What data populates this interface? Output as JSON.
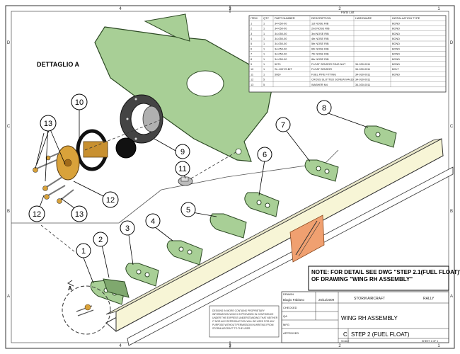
{
  "detail_label": "DETTAGLIO  A",
  "view_letter": "A",
  "border": {
    "top_numbers": [
      "4",
      "3",
      "2",
      "1"
    ],
    "bottom_numbers": [
      "4",
      "3",
      "2",
      "1"
    ],
    "side_letters": [
      "D",
      "C",
      "B",
      "A"
    ]
  },
  "parts_list": {
    "title": "Parts List",
    "headers": [
      "ITEM",
      "QTY",
      "PART NUMBER",
      "DESCRIPTION",
      "HARDWARE",
      "INSTALLATION TYPE"
    ],
    "rows": [
      [
        "1",
        "1",
        "34-050-00",
        "1st NOSE RIB",
        "",
        "BOND"
      ],
      [
        "2",
        "1",
        "34-050-00",
        "2nd NOSE RIB",
        "",
        "BOND"
      ],
      [
        "3",
        "1",
        "34-050-00",
        "3rd NOSE RIB",
        "",
        "BOND"
      ],
      [
        "4",
        "1",
        "34-050-00",
        "4th NOSE RIB",
        "",
        "BOND"
      ],
      [
        "5",
        "1",
        "34-050-00",
        "5th NOSE RIB",
        "",
        "BOND"
      ],
      [
        "6",
        "1",
        "34-050-00",
        "6th NOSE RIB",
        "",
        "BOND"
      ],
      [
        "7",
        "1",
        "34-050-00",
        "7th NOSE RIB",
        "",
        "BOND"
      ],
      [
        "8",
        "1",
        "34-050-00",
        "8th NOSE RIB",
        "",
        "BOND"
      ],
      [
        "9",
        "1",
        "5070",
        "FLOAT SENSOR RING NUT",
        "34-030-0011",
        "BOND"
      ],
      [
        "10",
        "1",
        "SL-1007/2-BIT",
        "FLOAT SENSOR",
        "34-030-0011",
        "BOLT"
      ],
      [
        "11",
        "1",
        "5060",
        "FUEL PIPE FITTING",
        "34-030-0011",
        "BOND"
      ],
      [
        "12",
        "5",
        "",
        "CROSS SLOTTED SCREW M4x16",
        "34-030-0011",
        ""
      ],
      [
        "13",
        "5",
        "",
        "WASHER M4",
        "34-030-0011",
        ""
      ]
    ]
  },
  "balloons": [
    "1",
    "2",
    "3",
    "4",
    "5",
    "6",
    "7",
    "8",
    "9",
    "10",
    "11",
    "12",
    "12",
    "13",
    "13"
  ],
  "note": "NOTE: FOR DETAIL SEE DWG \"STEP 2.1(FUEL FLOAT)\" OF DRAWING \"WING RH ASSEMBLY\"",
  "title_block": {
    "drawn_label": "DRAWN",
    "drawn_by": "Biagio Fabiano",
    "date": "25/11/2009",
    "company": "STORM AIRCRAFT",
    "project": "RALLY",
    "checked_label": "CHECKED",
    "qa_label": "QA",
    "mfg_label": "MFG",
    "approved_label": "APPROVED",
    "title": "WING RH ASSEMBLY",
    "size": "C",
    "drawing_name": "STEP 2 (FUEL FLOAT)",
    "scale": "SCALE",
    "sheet": "SHEET 1 OF 1"
  },
  "disclaimer": "DESIGNS IN MORE CONTAINS PROPRIETARY INFORMATION WHICH IS PROVIDED IN CONFIDENCE UNDER THE EXPRESS UNDERSTANDING THAT NEITHER IT NOR ANY REPRODUCTION WILL BE USED FOR ANY PURPOSE WITHOUT PERMISSION IN WRITING FROM STORM AIRCRAFT TO THE USER.",
  "colors": {
    "part_green": "#a8cf96",
    "part_green_dark": "#7fa86e",
    "orange_patch": "#f0a070",
    "brass": "#d9a23a",
    "spar_yellow": "#f7f5d6"
  }
}
